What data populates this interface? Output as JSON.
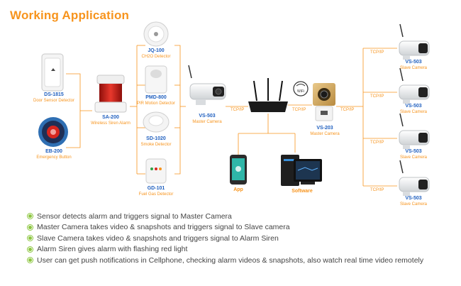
{
  "title": "Working Application",
  "devices": {
    "door_sensor": {
      "code": "DS-1815",
      "desc": "Door Sensor Detector"
    },
    "emergency_button": {
      "code": "EB-200",
      "desc": "Emergency Button"
    },
    "siren": {
      "code": "SA-200",
      "desc": "Wireless Siren Alarm"
    },
    "ch2o": {
      "code": "JQ-100",
      "desc": "CH2O Detector"
    },
    "pir": {
      "code": "PMD-800",
      "desc": "PIR Motion Detector"
    },
    "smoke": {
      "code": "SD-1020",
      "desc": "Smoke Detector"
    },
    "gas": {
      "code": "GD-101",
      "desc": "Fuel Gas Detector"
    },
    "master_cam": {
      "code": "VS-503",
      "desc": "Master Camera"
    },
    "master_cam2": {
      "code": "VS-203",
      "desc": "Master Camera"
    },
    "app": {
      "code": "App"
    },
    "software": {
      "code": "Software"
    },
    "wifi_label": "WiFi",
    "slaves": [
      {
        "code": "VS-503",
        "desc": "Slave Camera"
      },
      {
        "code": "VS-503",
        "desc": "Slave Camera"
      },
      {
        "code": "VS-503",
        "desc": "Slave Camera"
      },
      {
        "code": "VS-503",
        "desc": "Slave Camera"
      }
    ]
  },
  "links": {
    "tcp1": "TCP/IP",
    "tcp2": "TCP/IP",
    "tcp3": "TCP/IP",
    "slave_tcp": [
      "TCP/IP",
      "TCP/IP",
      "TCP/IP",
      "TCP/IP"
    ]
  },
  "features": [
    "Sensor detects alarm and triggers signal to Master Camera",
    "Master Camera takes video & snapshots and triggers signal to Slave camera",
    "Slave  Camera takes video & snapshots and triggers signal to Alarm Siren",
    "Alarm Siren gives alarm with flashing red light",
    "User can get push notifications in Cellphone, checking alarm videos & snapshots, also watch real time video remotely"
  ],
  "colors": {
    "accent": "#f7941d",
    "code_blue": "#1f5fbf",
    "bullet_green": "#8cc63f",
    "siren_red": "#d7261e"
  }
}
